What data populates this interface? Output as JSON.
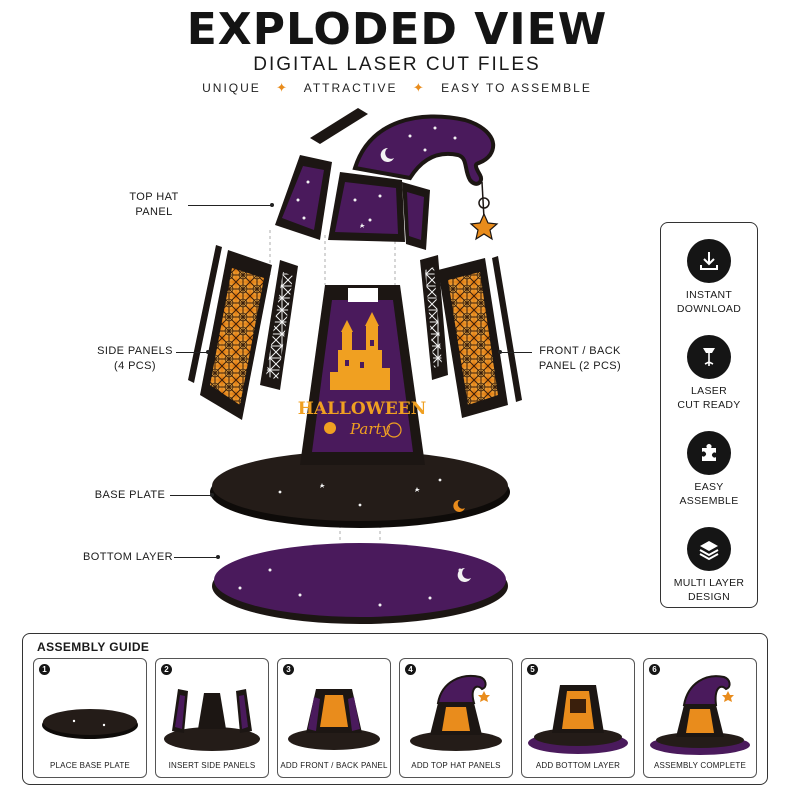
{
  "header": {
    "title": "EXPLODED VIEW",
    "subtitle": "DIGITAL LASER CUT FILES",
    "taglines": [
      "UNIQUE",
      "ATTRACTIVE",
      "EASY TO ASSEMBLE"
    ],
    "separator": "✦"
  },
  "callouts": {
    "top_hat_line1": "TOP HAT",
    "top_hat_line2": "PANEL",
    "side_panels_line1": "SIDE PANELS",
    "side_panels_line2": "(4 PCS)",
    "front_back_line1": "FRONT / BACK",
    "front_back_line2": "PANEL  (2 PCS)",
    "base_plate": "BASE PLATE",
    "bottom_layer": "BOTTOM LAYER"
  },
  "panel_art": {
    "line1": "HALLOWEEN",
    "line2": "Party"
  },
  "features": [
    {
      "icon": "download-icon",
      "line1": "INSTANT",
      "line2": "DOWNLOAD"
    },
    {
      "icon": "laser-icon",
      "line1": "LASER",
      "line2": "CUT READY"
    },
    {
      "icon": "puzzle-icon",
      "line1": "EASY",
      "line2": "ASSEMBLE"
    },
    {
      "icon": "layers-icon",
      "line1": "MULTI LAYER",
      "line2": "DESIGN"
    }
  ],
  "assembly_guide": {
    "title": "ASSEMBLY GUIDE",
    "steps": [
      {
        "number": "1",
        "label": "PLACE BASE PLATE"
      },
      {
        "number": "2",
        "label": "INSERT SIDE PANELS"
      },
      {
        "number": "3",
        "label": "ADD FRONT / BACK PANEL"
      },
      {
        "number": "4",
        "label": "ADD TOP HAT PANELS"
      },
      {
        "number": "5",
        "label": "ADD BOTTOM LAYER"
      },
      {
        "number": "6",
        "label": "ASSEMBLY COMPLETE"
      }
    ]
  },
  "colors": {
    "wood_black": "#1c1613",
    "purple": "#4a1a5c",
    "glow_orange": "#f0a021",
    "accent_orange": "#e98c1c"
  }
}
